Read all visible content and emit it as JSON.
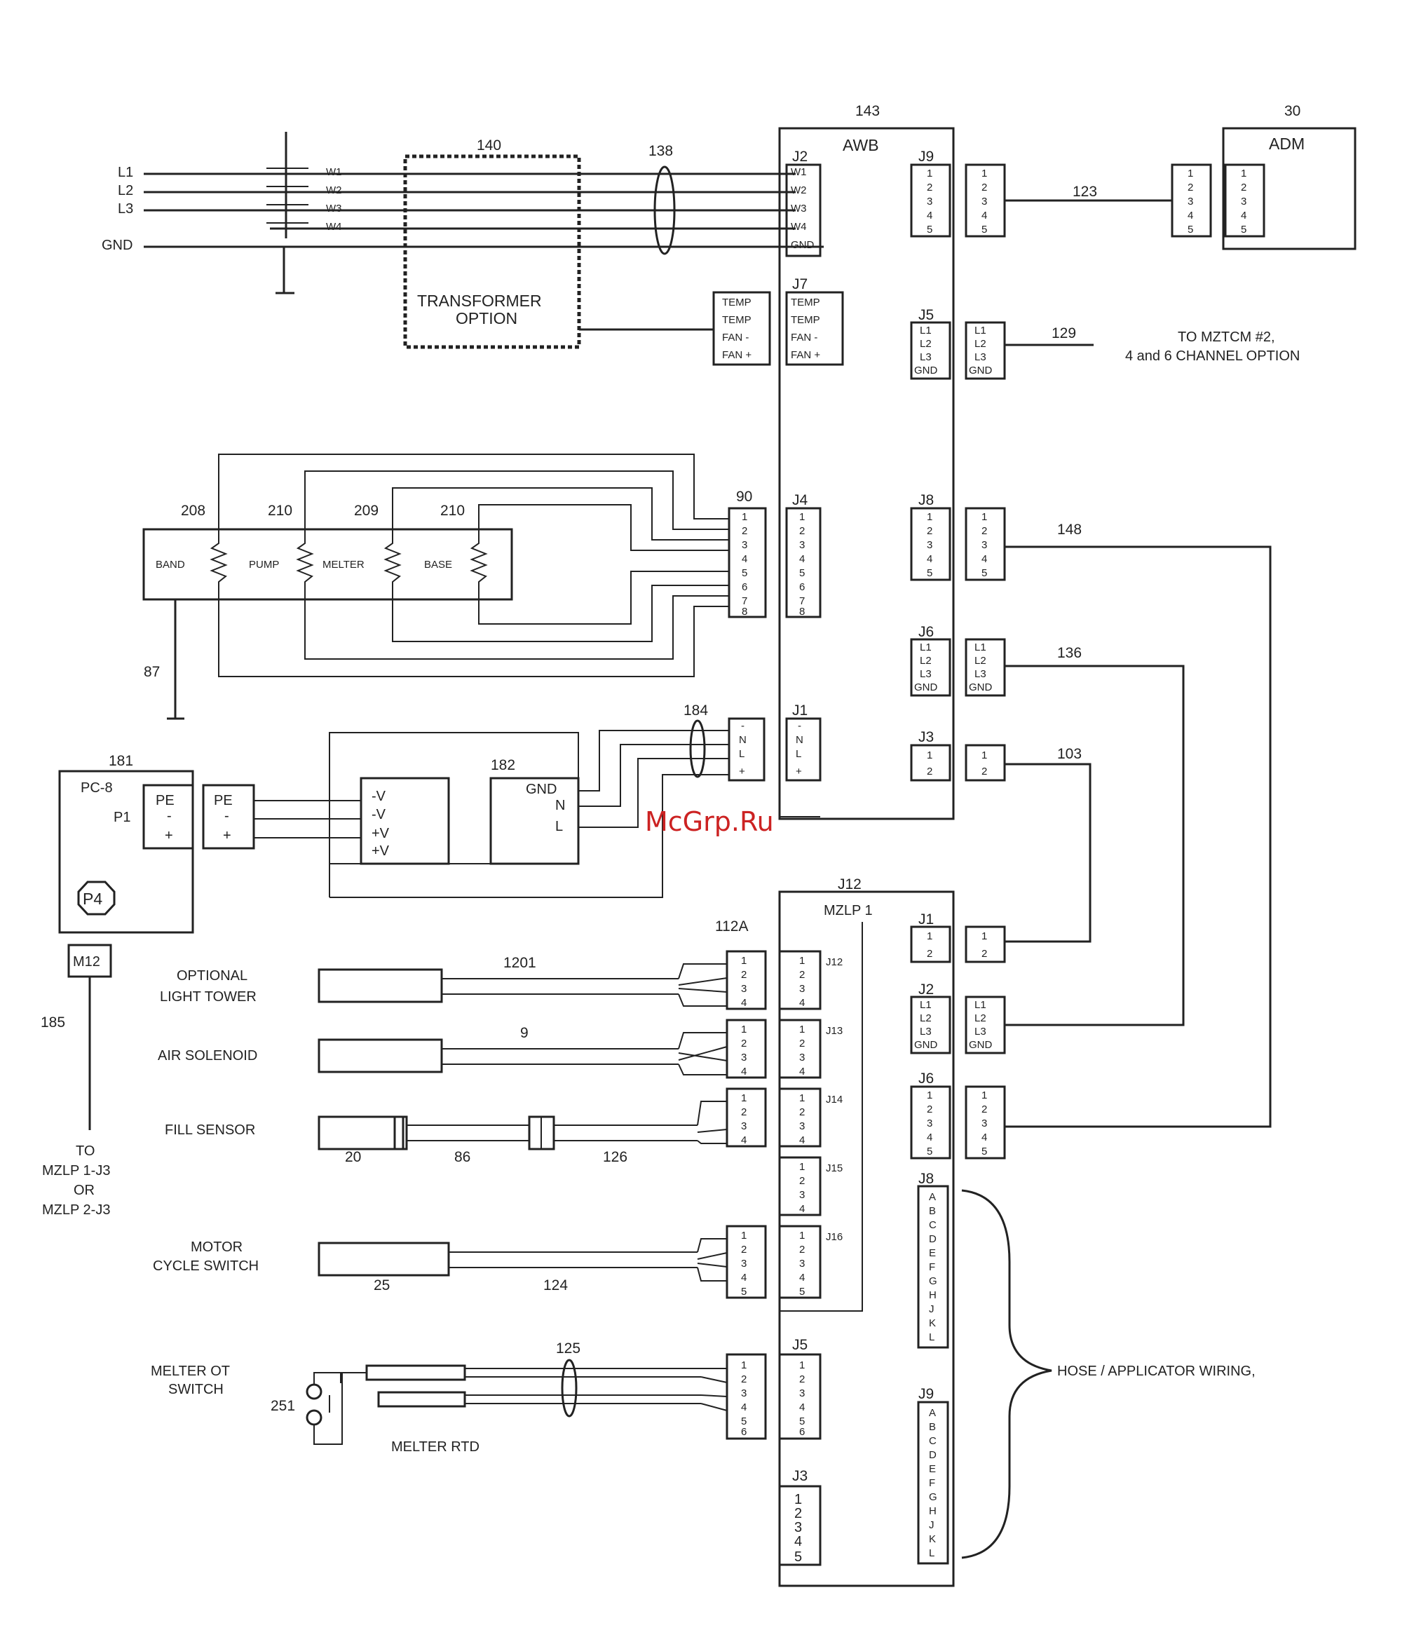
{
  "watermark": "McGrp.Ru",
  "refs": {
    "r143": "143",
    "r30": "30",
    "r140": "140",
    "r138": "138",
    "r123": "123",
    "r129": "129",
    "r208": "208",
    "r210a": "210",
    "r209": "209",
    "r210b": "210",
    "r90": "90",
    "r148": "148",
    "r136": "136",
    "r87": "87",
    "r184": "184",
    "r181": "181",
    "r182": "182",
    "r103": "103",
    "r112a": "112A",
    "r1201": "1201",
    "r9": "9",
    "r185": "185",
    "r20": "20",
    "r86": "86",
    "r126": "126",
    "r25": "25",
    "r124": "124",
    "r125": "125",
    "r251": "251"
  },
  "boards": {
    "awb": "AWB",
    "adm": "ADM",
    "mzlp": "MZLP 1",
    "pc8": "PC-8",
    "p1": "P1",
    "p4": "P4",
    "m12": "M12",
    "transformer_l1": "TRANSFORMER",
    "transformer_l2": "OPTION"
  },
  "connectors": {
    "j2": "J2",
    "j7": "J7",
    "j9": "J9",
    "j5": "J5",
    "j4": "J4",
    "j8": "J8",
    "j6": "J6",
    "j1": "J1",
    "j3": "J3",
    "j12_top": "J12",
    "mj1": "J1",
    "mj2": "J2",
    "mj6": "J6",
    "mj8": "J8",
    "mj9": "J9",
    "mj12": "J12",
    "mj13": "J13",
    "mj14": "J14",
    "mj15": "J15",
    "mj16": "J16",
    "mj5": "J5",
    "mj3": "J3"
  },
  "power": {
    "l1": "L1",
    "l2": "L2",
    "l3": "L3",
    "gnd": "GND",
    "w1": "W1",
    "w2": "W2",
    "w3": "W3",
    "w4": "W4"
  },
  "pins": {
    "j2": [
      "W1",
      "W2",
      "W3",
      "W4",
      "GND"
    ],
    "temp_fan": [
      "TEMP",
      "TEMP",
      "FAN -",
      "FAN +"
    ],
    "n1to5": [
      "1",
      "2",
      "3",
      "4",
      "5"
    ],
    "n1to8": [
      "1",
      "2",
      "3",
      "4",
      "5",
      "6",
      "7",
      "8"
    ],
    "n1to4": [
      "1",
      "2",
      "3",
      "4"
    ],
    "n1to2": [
      "1",
      "2"
    ],
    "lgnd": [
      "L1",
      "L2",
      "L3",
      "GND"
    ],
    "nl": [
      "-",
      "N",
      "L",
      "+"
    ],
    "pe": [
      "PE",
      "-",
      "+"
    ],
    "psu": [
      "-V",
      "-V",
      "+V",
      "+V"
    ],
    "gnl": [
      "GND",
      "N",
      "L"
    ],
    "alpha": [
      "A",
      "B",
      "C",
      "D",
      "E",
      "F",
      "G",
      "H",
      "J",
      "K",
      "L"
    ],
    "n1to5s": [
      "1",
      "2",
      "3",
      "4",
      "5",
      "6"
    ]
  },
  "heaters": {
    "band": "BAND",
    "pump": "PUMP",
    "melter": "MELTER",
    "base": "BASE"
  },
  "labels": {
    "to_mztcm_1": "TO MZTCM #2,",
    "to_mztcm_2": "4 and 6 CHANNEL OPTION",
    "light_tower_1": "OPTIONAL",
    "light_tower_2": "LIGHT TOWER",
    "air_solenoid": "AIR SOLENOID",
    "fill_sensor": "FILL SENSOR",
    "motor_1": "MOTOR",
    "motor_2": "CYCLE SWITCH",
    "melter_ot_1": "MELTER OT",
    "melter_ot_2": "SWITCH",
    "melter_rtd": "MELTER RTD",
    "hose": "HOSE / APPLICATOR WIRING,",
    "to1": "TO",
    "to2": "MZLP 1-J3",
    "to3": "OR",
    "to4": "MZLP 2-J3"
  }
}
